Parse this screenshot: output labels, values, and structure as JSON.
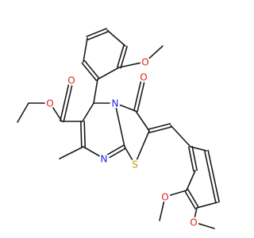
{
  "colors": {
    "bond": "#1a1a1a",
    "O": "#e3221b",
    "N": "#2323e6",
    "S": "#b8a400"
  },
  "atoms": [
    {
      "id": "cEt1",
      "label": ""
    },
    {
      "id": "cEt2",
      "label": ""
    },
    {
      "id": "oEster",
      "label": "O",
      "el": "O"
    },
    {
      "id": "cCarb",
      "label": ""
    },
    {
      "id": "oCarb",
      "label": "O",
      "el": "O"
    },
    {
      "id": "c6",
      "label": ""
    },
    {
      "id": "c5",
      "label": ""
    },
    {
      "id": "c7",
      "label": ""
    },
    {
      "id": "cMe",
      "label": ""
    },
    {
      "id": "n8",
      "label": "N",
      "el": "N"
    },
    {
      "id": "c8a",
      "label": ""
    },
    {
      "id": "n4",
      "label": "N",
      "el": "N"
    },
    {
      "id": "s1",
      "label": "S",
      "el": "S"
    },
    {
      "id": "c2",
      "label": ""
    },
    {
      "id": "c3",
      "label": ""
    },
    {
      "id": "o3",
      "label": "O",
      "el": "O"
    },
    {
      "id": "cVin",
      "label": ""
    },
    {
      "id": "a1",
      "label": ""
    },
    {
      "id": "a2",
      "label": ""
    },
    {
      "id": "a3",
      "label": ""
    },
    {
      "id": "a4",
      "label": ""
    },
    {
      "id": "a5",
      "label": ""
    },
    {
      "id": "a6",
      "label": ""
    },
    {
      "id": "oA3",
      "label": "O",
      "el": "O"
    },
    {
      "id": "cA3",
      "label": ""
    },
    {
      "id": "oA4",
      "label": "O",
      "el": "O"
    },
    {
      "id": "cA4",
      "label": ""
    },
    {
      "id": "b1",
      "label": ""
    },
    {
      "id": "b2",
      "label": ""
    },
    {
      "id": "b3",
      "label": ""
    },
    {
      "id": "b4",
      "label": ""
    },
    {
      "id": "b5",
      "label": ""
    },
    {
      "id": "b6",
      "label": ""
    },
    {
      "id": "oB",
      "label": "O",
      "el": "O"
    },
    {
      "id": "cB",
      "label": ""
    }
  ],
  "bonds": [
    {
      "a": "cEt1",
      "b": "cEt2",
      "order": 1
    },
    {
      "a": "cEt2",
      "b": "oEster",
      "order": 1
    },
    {
      "a": "oEster",
      "b": "cCarb",
      "order": 1
    },
    {
      "a": "cCarb",
      "b": "oCarb",
      "order": 2
    },
    {
      "a": "cCarb",
      "b": "c6",
      "order": 1
    },
    {
      "a": "c6",
      "b": "c5",
      "order": 1
    },
    {
      "a": "c6",
      "b": "c7",
      "order": 2
    },
    {
      "a": "c7",
      "b": "cMe",
      "order": 1
    },
    {
      "a": "c7",
      "b": "n8",
      "order": 1
    },
    {
      "a": "n8",
      "b": "c8a",
      "order": 2
    },
    {
      "a": "c8a",
      "b": "n4",
      "order": 1
    },
    {
      "a": "n4",
      "b": "c5",
      "order": 1
    },
    {
      "a": "c8a",
      "b": "s1",
      "order": 1
    },
    {
      "a": "s1",
      "b": "c2",
      "order": 1
    },
    {
      "a": "c2",
      "b": "c3",
      "order": 1
    },
    {
      "a": "c3",
      "b": "n4",
      "order": 1
    },
    {
      "a": "c3",
      "b": "o3",
      "order": 2
    },
    {
      "a": "c2",
      "b": "cVin",
      "order": 2
    },
    {
      "a": "cVin",
      "b": "a1",
      "order": 1
    },
    {
      "a": "a1",
      "b": "a2",
      "order": 2
    },
    {
      "a": "a2",
      "b": "a3",
      "order": 1
    },
    {
      "a": "a3",
      "b": "a4",
      "order": 2
    },
    {
      "a": "a4",
      "b": "a5",
      "order": 1
    },
    {
      "a": "a5",
      "b": "a6",
      "order": 2
    },
    {
      "a": "a6",
      "b": "a1",
      "order": 1
    },
    {
      "a": "a3",
      "b": "oA3",
      "order": 1
    },
    {
      "a": "oA3",
      "b": "cA3",
      "order": 1
    },
    {
      "a": "a4",
      "b": "oA4",
      "order": 1
    },
    {
      "a": "oA4",
      "b": "cA4",
      "order": 1
    },
    {
      "a": "c5",
      "b": "b1",
      "order": 1
    },
    {
      "a": "b1",
      "b": "b2",
      "order": 2
    },
    {
      "a": "b2",
      "b": "b3",
      "order": 1
    },
    {
      "a": "b3",
      "b": "b4",
      "order": 2
    },
    {
      "a": "b4",
      "b": "b5",
      "order": 1
    },
    {
      "a": "b5",
      "b": "b6",
      "order": 2
    },
    {
      "a": "b6",
      "b": "b1",
      "order": 1
    },
    {
      "a": "b6",
      "b": "oB",
      "order": 1
    },
    {
      "a": "oB",
      "b": "cB",
      "order": 1
    }
  ]
}
